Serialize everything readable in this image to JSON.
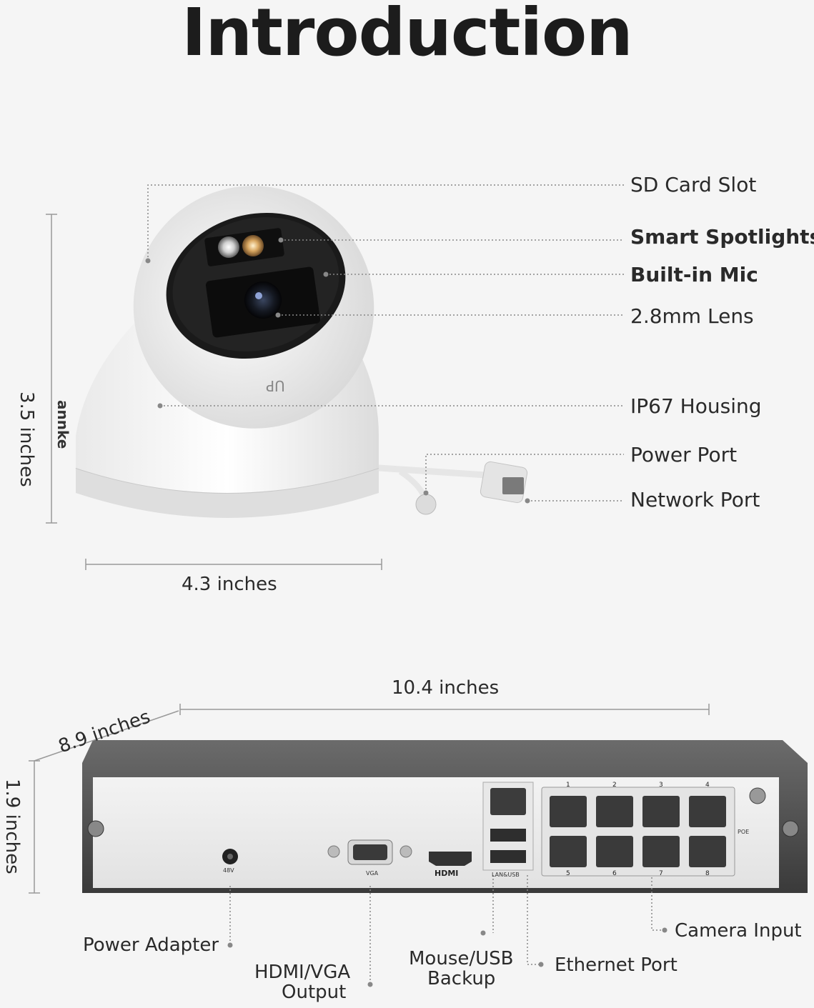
{
  "title": "Introduction",
  "camera": {
    "brand_mark": "annke",
    "up_mark": "UP",
    "labels": {
      "sd_card": "SD Card Slot",
      "spotlights": "Smart Spotlights",
      "mic": "Built-in Mic",
      "lens": "2.8mm Lens",
      "housing": "IP67 Housing",
      "power_port": "Power Port",
      "network_port": "Network Port"
    },
    "height_dim": "3.5 inches",
    "width_dim": "4.3 inches"
  },
  "nvr": {
    "width_dim": "10.4 inches",
    "depth_dim": "8.9 inches",
    "height_dim": "1.9 inches",
    "panel_marks": {
      "power_rating": "48V",
      "vga": "VGA",
      "hdmi": "HDMI",
      "lan_usb": "LAN&USB",
      "poe": "POE",
      "port_numbers_top": [
        "1",
        "2",
        "3",
        "4"
      ],
      "port_numbers_bottom": [
        "5",
        "6",
        "7",
        "8"
      ]
    },
    "labels": {
      "power_adapter": "Power Adapter",
      "hdmi_vga_line1": "HDMI/VGA",
      "hdmi_vga_line2": "Output",
      "mouse_usb_line1": "Mouse/USB",
      "mouse_usb_line2": "Backup",
      "ethernet_port": "Ethernet Port",
      "camera_input": "Camera Input"
    }
  }
}
